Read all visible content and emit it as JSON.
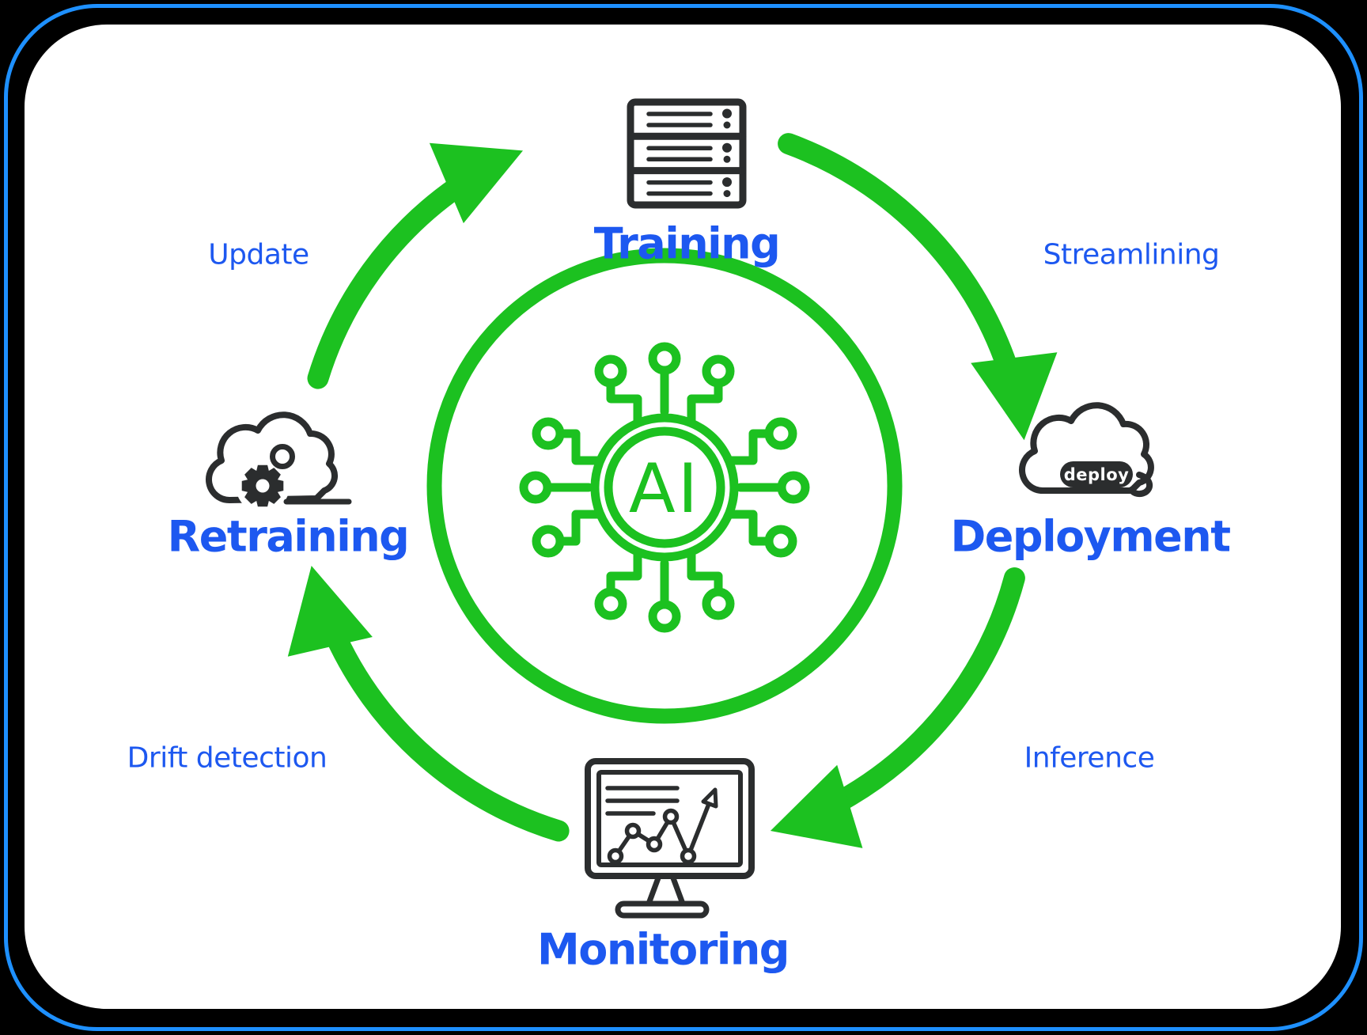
{
  "diagram": {
    "title_hint": "AI model lifecycle",
    "center": {
      "chip_label": "AI"
    },
    "stages": [
      {
        "name": "Training"
      },
      {
        "name": "Deployment"
      },
      {
        "name": "Monitoring"
      },
      {
        "name": "Retraining"
      }
    ],
    "transitions": [
      {
        "from": "Retraining",
        "to": "Training",
        "label": "Update"
      },
      {
        "from": "Training",
        "to": "Deployment",
        "label": "Streamlining"
      },
      {
        "from": "Deployment",
        "to": "Monitoring",
        "label": "Inference"
      },
      {
        "from": "Monitoring",
        "to": "Retraining",
        "label": "Drift detection"
      }
    ],
    "deploy_badge_label": "deploy"
  },
  "colors": {
    "accent_green": "#1cc120",
    "label_blue": "#1d58f0",
    "border_blue": "#1e90ff",
    "icon_dark": "#2b2d2e",
    "card_bg": "#ffffff",
    "page_bg": "#000000"
  }
}
